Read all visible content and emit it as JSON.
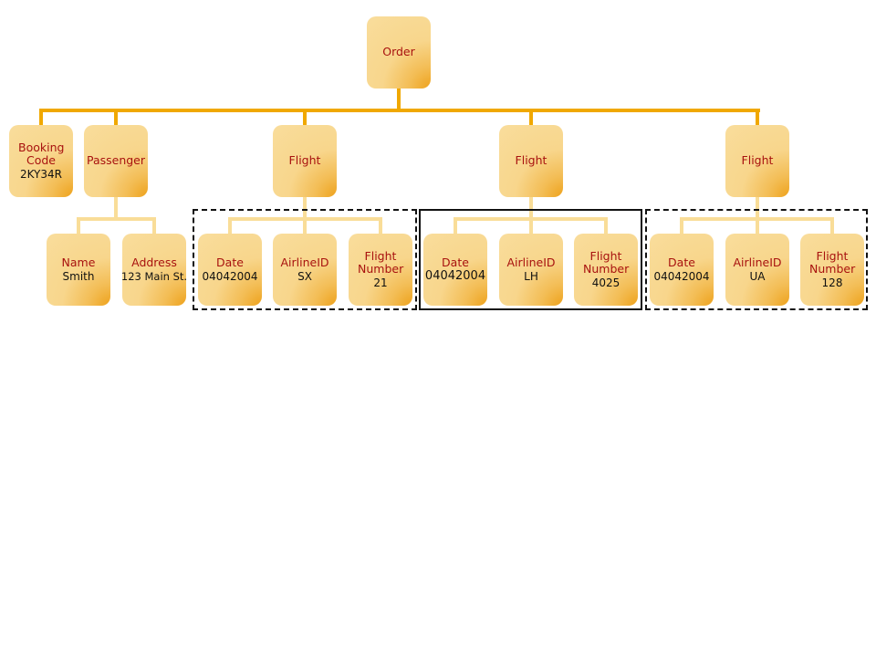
{
  "root": {
    "label": "Order"
  },
  "level1": [
    {
      "label": "Booking Code",
      "value": "2KY34R"
    },
    {
      "label": "Passenger"
    },
    {
      "label": "Flight"
    },
    {
      "label": "Flight"
    },
    {
      "label": "Flight"
    }
  ],
  "passenger_children": [
    {
      "label": "Name",
      "value": "Smith"
    },
    {
      "label": "Address",
      "value": "123 Main St."
    }
  ],
  "flights": [
    {
      "date": {
        "label": "Date",
        "value": "04042004"
      },
      "airline": {
        "label": "AirlineID",
        "value": "SX"
      },
      "number": {
        "label": "Flight Number",
        "value": "21"
      },
      "border": "dashed"
    },
    {
      "date": {
        "label": "Date",
        "value": "04042004"
      },
      "airline": {
        "label": "AirlineID",
        "value": "LH"
      },
      "number": {
        "label": "Flight Number",
        "value": "4025"
      },
      "border": "solid"
    },
    {
      "date": {
        "label": "Date",
        "value": "04042004"
      },
      "airline": {
        "label": "AirlineID",
        "value": "UA"
      },
      "number": {
        "label": "Flight Number",
        "value": "128"
      },
      "border": "dashed"
    }
  ],
  "colors": {
    "connector_main": "#f0a800",
    "connector_sub": "#f9dd98",
    "label": "#a8120f"
  }
}
